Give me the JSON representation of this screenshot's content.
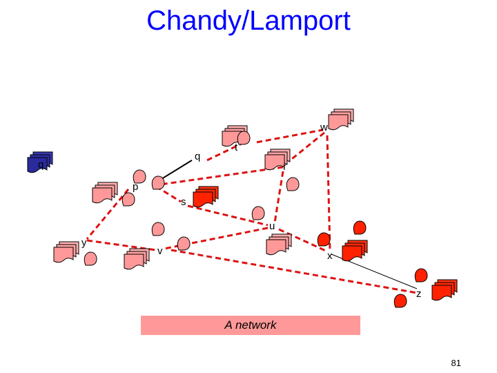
{
  "title": "Chandy/Lamport",
  "caption": "A network",
  "page_number": "81",
  "colors": {
    "title": "#0000ff",
    "pink_process": "#ff9999",
    "red_process": "#ff2200",
    "blue_process": "#2a2a9c",
    "channel": "#dd1111",
    "caption_bg": "#ff9999"
  },
  "nodes": [
    "q",
    "q",
    "p",
    "t",
    "w",
    "r",
    "s",
    "u",
    "y",
    "v",
    "x",
    "z"
  ]
}
